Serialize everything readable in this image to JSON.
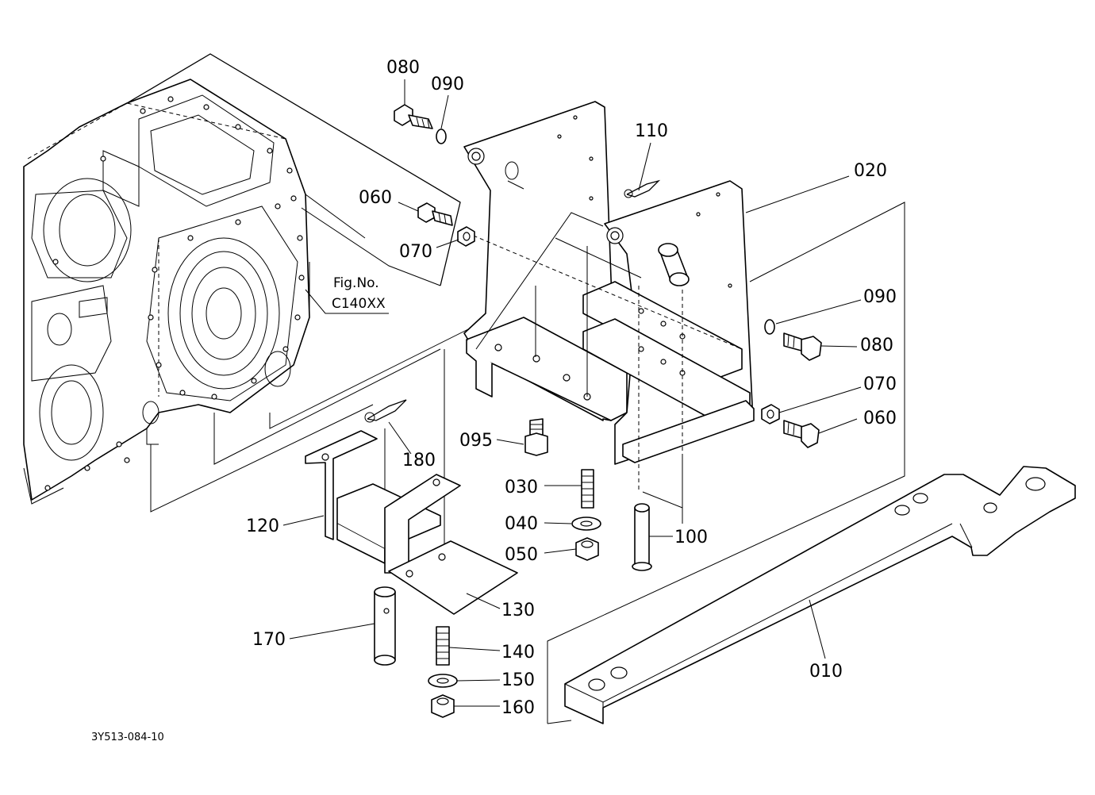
{
  "diagram": {
    "callouts": [
      {
        "id": "c080a",
        "text": "080"
      },
      {
        "id": "c090a",
        "text": "090"
      },
      {
        "id": "c110",
        "text": "110"
      },
      {
        "id": "c020",
        "text": "020"
      },
      {
        "id": "c060a",
        "text": "060"
      },
      {
        "id": "c070a",
        "text": "070"
      },
      {
        "id": "c090b",
        "text": "090"
      },
      {
        "id": "c080b",
        "text": "080"
      },
      {
        "id": "c070b",
        "text": "070"
      },
      {
        "id": "c060b",
        "text": "060"
      },
      {
        "id": "c095",
        "text": "095"
      },
      {
        "id": "c180",
        "text": "180"
      },
      {
        "id": "c030",
        "text": "030"
      },
      {
        "id": "c040",
        "text": "040"
      },
      {
        "id": "c050",
        "text": "050"
      },
      {
        "id": "c100",
        "text": "100"
      },
      {
        "id": "c120",
        "text": "120"
      },
      {
        "id": "c130",
        "text": "130"
      },
      {
        "id": "c140",
        "text": "140"
      },
      {
        "id": "c150",
        "text": "150"
      },
      {
        "id": "c160",
        "text": "160"
      },
      {
        "id": "c170",
        "text": "170"
      },
      {
        "id": "c010",
        "text": "010"
      }
    ],
    "figure_ref": {
      "line1": "Fig.No.",
      "line2": "C140XX"
    },
    "drawing_code": "3Y513-084-10"
  }
}
